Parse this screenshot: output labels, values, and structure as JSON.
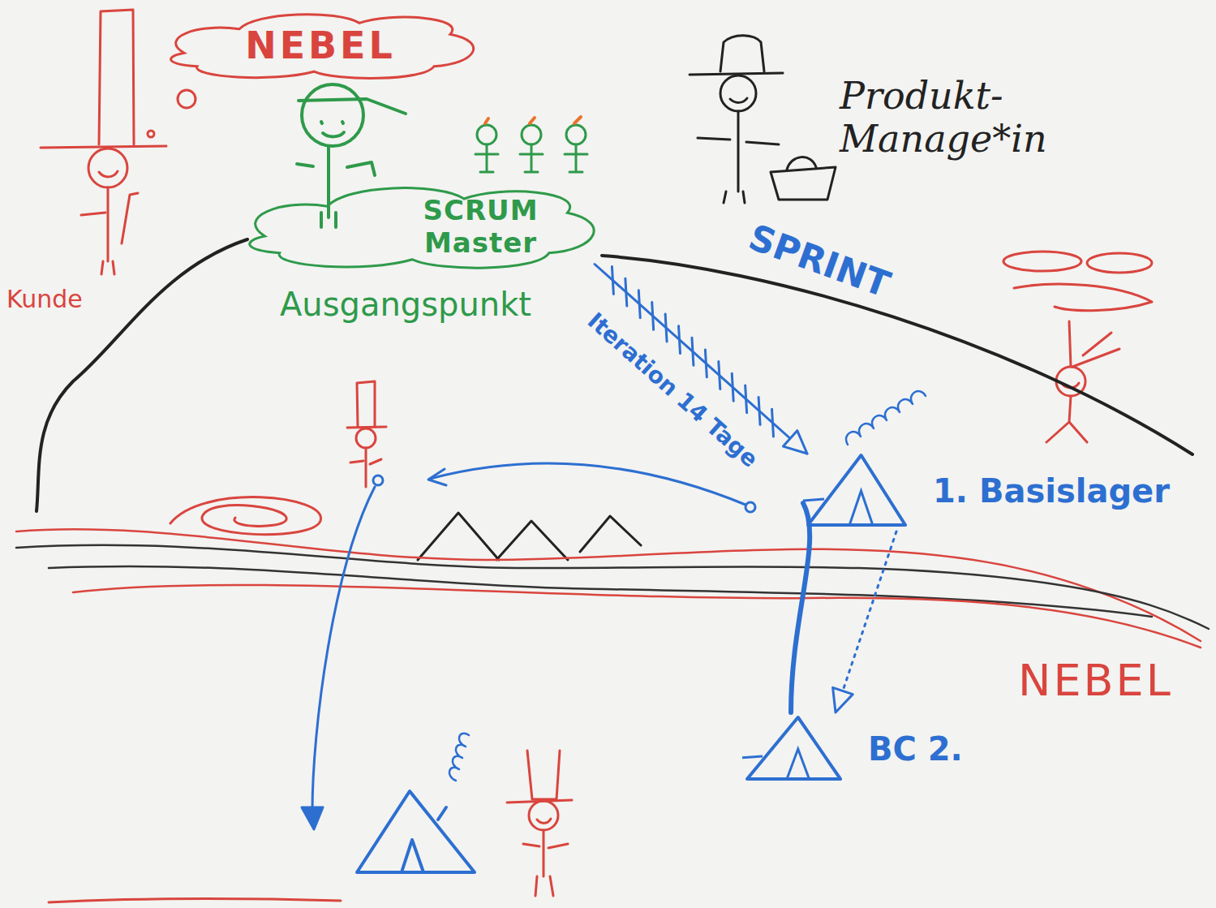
{
  "diagram": {
    "nodes": [
      {
        "text": [
          "NEBEL"
        ]
      },
      {
        "text": [
          "SCRUM Master"
        ]
      },
      {
        "text": [
          "1. Basislager"
        ]
      },
      {
        "text": [
          "BC 2."
        ]
      }
    ],
    "edges": [
      {
        "from": 1,
        "to": 2,
        "arrow": "to",
        "label": "Iteration 14 Tage"
      },
      {
        "from": 2,
        "to": 3,
        "arrow": "to"
      },
      {
        "from": 2,
        "to": 3,
        "arrow": "none"
      }
    ],
    "labels": [
      "Kunde",
      "Ausgangspunkt",
      "SPRINT",
      "Produkt- Manage*in",
      "NEBEL"
    ]
  }
}
